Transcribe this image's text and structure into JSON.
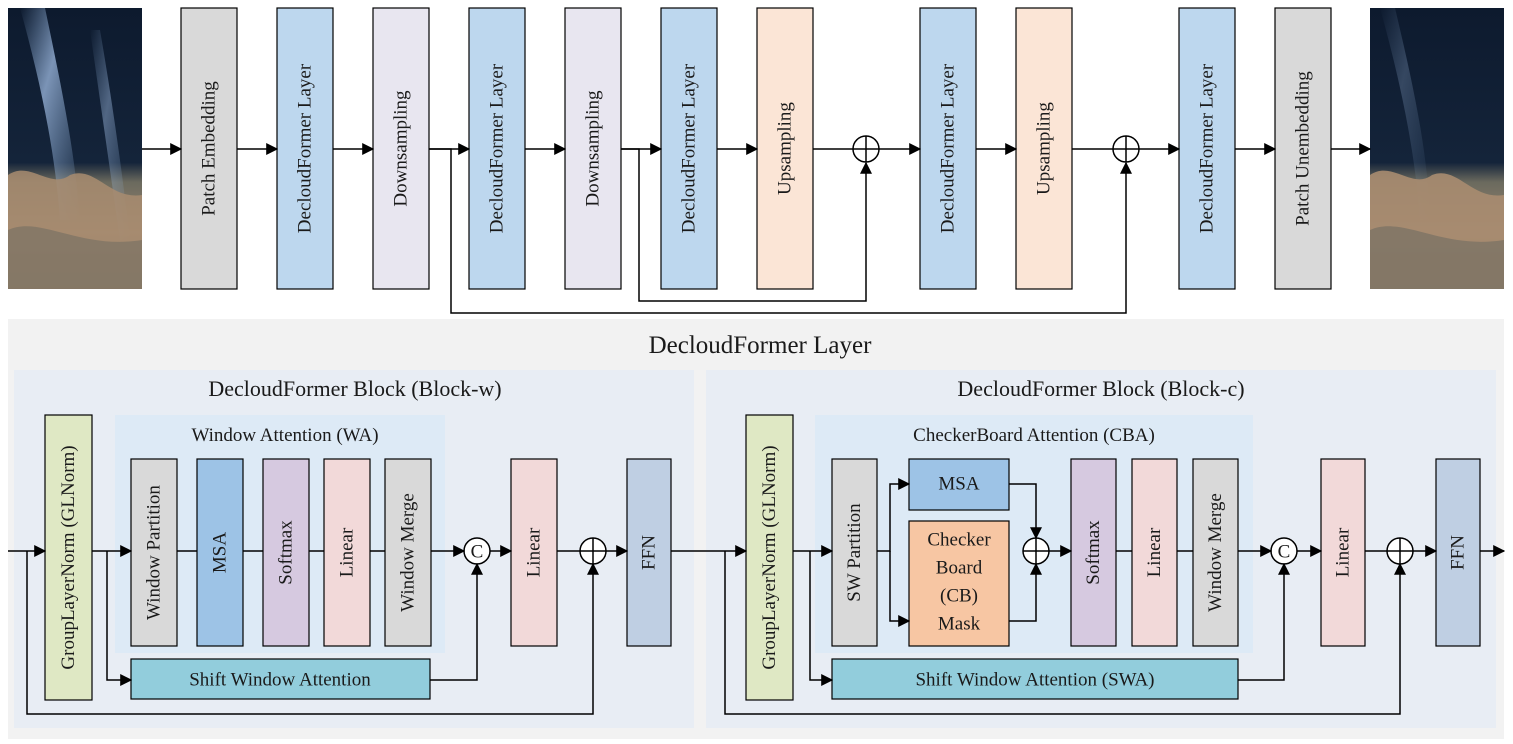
{
  "colors": {
    "gray": "#d9d9d9",
    "blue": "#bdd7ee",
    "lavender": "#e8e6f0",
    "peach": "#fbe5d6",
    "green": "#dfe8c4",
    "msa": "#9dc3e6",
    "softmax": "#d6c9e0",
    "linear": "#f2d9d9",
    "swa": "#92cddc",
    "mask": "#f7c6a3",
    "ffn": "#bfcfe3",
    "layer_bg": "#f2f2f2",
    "block_bg": "#e8edf4",
    "attn_bg": "#ddeaf6"
  },
  "pipeline": {
    "input_image": "input-cloudy-image",
    "output_image": "output-clear-image",
    "stages": [
      {
        "label": "Patch Embedding",
        "color": "gray"
      },
      {
        "label": "DecloudFormer Layer",
        "color": "blue"
      },
      {
        "label": "Downsampling",
        "color": "lavender"
      },
      {
        "label": "DecloudFormer Layer",
        "color": "blue"
      },
      {
        "label": "Downsampling",
        "color": "lavender"
      },
      {
        "label": "DecloudFormer Layer",
        "color": "blue"
      },
      {
        "label": "Upsampling",
        "color": "peach"
      },
      {
        "label": "DecloudFormer Layer",
        "color": "blue"
      },
      {
        "label": "Upsampling",
        "color": "peach"
      },
      {
        "label": "DecloudFormer Layer",
        "color": "blue"
      },
      {
        "label": "Patch Unembedding",
        "color": "gray"
      }
    ]
  },
  "layer": {
    "title": "DecloudFormer Layer",
    "block_w": {
      "title": "DecloudFormer Block (Block-w)",
      "norm": "GroupLayerNorm (GLNorm)",
      "attention_title": "Window Attention (WA)",
      "ops": [
        "Window Partition",
        "MSA",
        "Softmax",
        "Linear",
        "Window Merge"
      ],
      "concat": "C",
      "linear": "Linear",
      "ffn": "FFN",
      "shift": "Shift Window Attention"
    },
    "block_c": {
      "title": "DecloudFormer Block (Block-c)",
      "norm": "GroupLayerNorm (GLNorm)",
      "attention_title": "CheckerBoard Attention (CBA)",
      "partition": "SW Partition",
      "msa": "MSA",
      "mask_lines": [
        "Checker",
        "Board",
        "(CB)",
        "Mask"
      ],
      "ops": [
        "Softmax",
        "Linear",
        "Window Merge"
      ],
      "concat": "C",
      "linear": "Linear",
      "ffn": "FFN",
      "shift": "Shift Window Attention (SWA)"
    }
  }
}
